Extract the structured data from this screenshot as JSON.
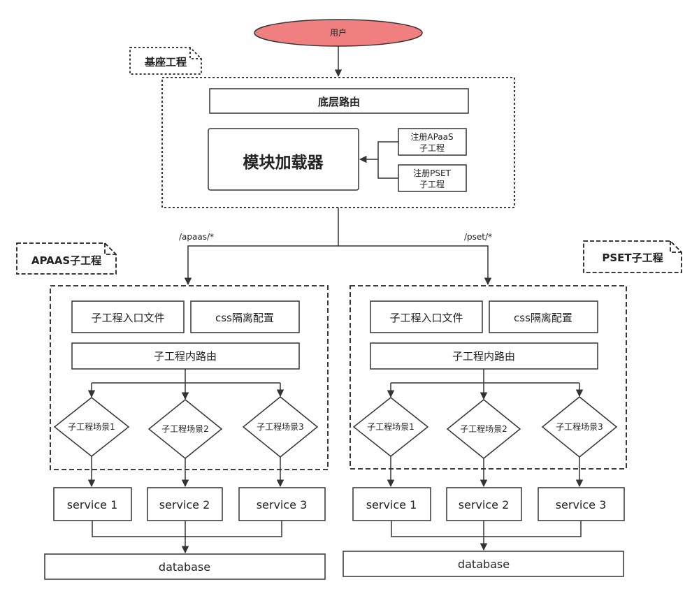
{
  "user": "用户",
  "base": {
    "label": "基座工程",
    "router": "底层路由",
    "loader": "模块加载器",
    "register_apaas_line1": "注册APaaS",
    "register_apaas_line2": "子工程",
    "register_pset_line1": "注册PSET",
    "register_pset_line2": "子工程"
  },
  "routes": {
    "apaas": "/apaas/*",
    "pset": "/pset/*"
  },
  "subprojects": [
    {
      "label": "APAAS子工程",
      "entry": "子工程入口文件",
      "css": "css隔离配置",
      "router": "子工程内路由",
      "scenes": [
        "子工程场景1",
        "子工程场景2",
        "子工程场景3"
      ],
      "services": [
        "service 1",
        "service 2",
        "service 3"
      ],
      "database": "database"
    },
    {
      "label": "PSET子工程",
      "entry": "子工程入口文件",
      "css": "css隔离配置",
      "router": "子工程内路由",
      "scenes": [
        "子工程场景1",
        "子工程场景2",
        "子工程场景3"
      ],
      "services": [
        "service 1",
        "service 2",
        "service 3"
      ],
      "database": "database"
    }
  ],
  "colors": {
    "user_fill": "#f08080"
  }
}
